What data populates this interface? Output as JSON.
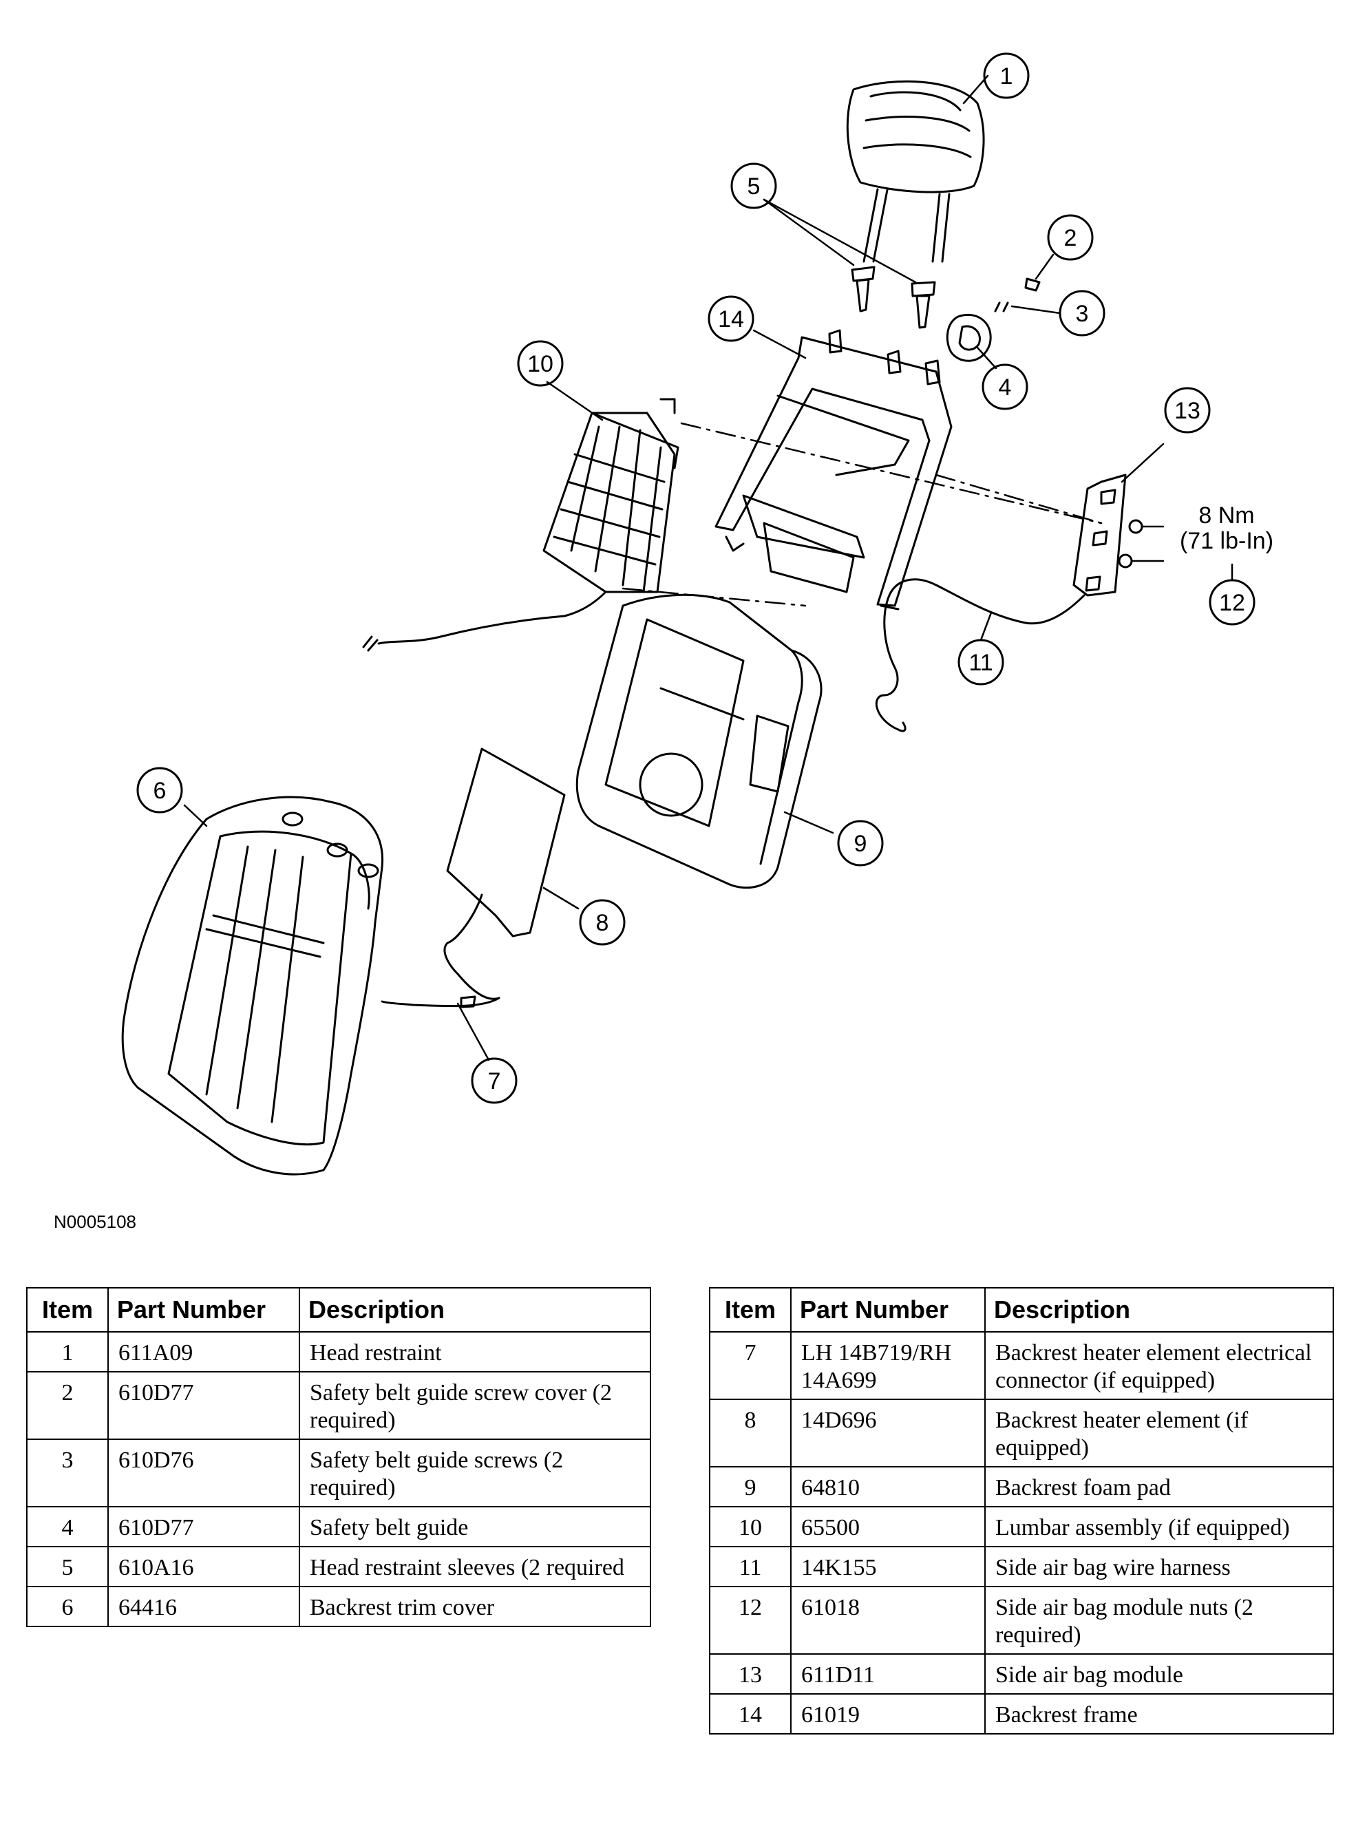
{
  "figure": {
    "id": "N0005108",
    "torque_value": "8 Nm",
    "torque_value_alt": "(71 lb-In)",
    "callouts": [
      "1",
      "2",
      "3",
      "4",
      "5",
      "6",
      "7",
      "8",
      "9",
      "10",
      "11",
      "12",
      "13",
      "14"
    ]
  },
  "table": {
    "headers": {
      "item": "Item",
      "part_number": "Part Number",
      "description": "Description"
    },
    "left_rows": [
      {
        "item": "1",
        "part": "611A09",
        "desc": "Head restraint"
      },
      {
        "item": "2",
        "part": "610D77",
        "desc": "Safety belt guide screw cover (2 required)"
      },
      {
        "item": "3",
        "part": "610D76",
        "desc": "Safety belt guide screws (2 required)"
      },
      {
        "item": "4",
        "part": "610D77",
        "desc": "Safety belt guide"
      },
      {
        "item": "5",
        "part": "610A16",
        "desc": "Head restraint sleeves (2 required"
      },
      {
        "item": "6",
        "part": "64416",
        "desc": "Backrest trim cover"
      }
    ],
    "right_rows": [
      {
        "item": "7",
        "part": "LH 14B719/RH 14A699",
        "desc": "Backrest heater element electrical connector (if equipped)"
      },
      {
        "item": "8",
        "part": "14D696",
        "desc": "Backrest heater element (if equipped)"
      },
      {
        "item": "9",
        "part": "64810",
        "desc": "Backrest foam pad"
      },
      {
        "item": "10",
        "part": "65500",
        "desc": "Lumbar assembly (if equipped)"
      },
      {
        "item": "11",
        "part": "14K155",
        "desc": "Side air bag wire harness"
      },
      {
        "item": "12",
        "part": "61018",
        "desc": "Side air bag module nuts (2 required)"
      },
      {
        "item": "13",
        "part": "611D11",
        "desc": "Side air bag module"
      },
      {
        "item": "14",
        "part": "61019",
        "desc": "Backrest frame"
      }
    ]
  }
}
